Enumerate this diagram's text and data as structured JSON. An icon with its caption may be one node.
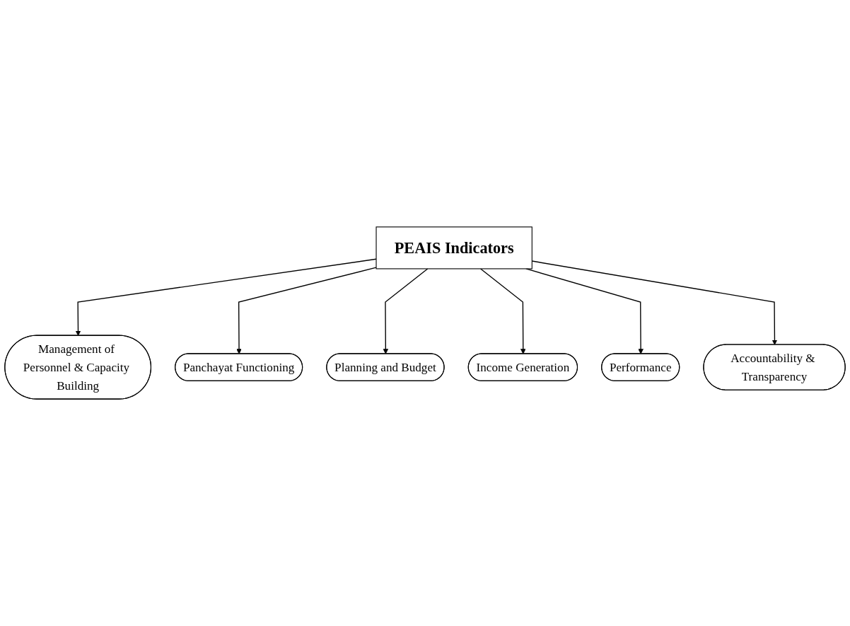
{
  "diagram": {
    "nodes": [
      {
        "text": [
          "Management of Personnel & Capacity Building"
        ]
      },
      {
        "text": [
          "Panchayat Functioning"
        ]
      },
      {
        "text": [
          "Planning and Budget"
        ]
      },
      {
        "text": [
          "PEAIS Indicators"
        ]
      },
      {
        "text": [
          "Income Generation"
        ]
      },
      {
        "text": [
          "Performance"
        ]
      },
      {
        "text": [
          "Accountability & Transparency"
        ]
      }
    ],
    "edges": [
      {
        "from": 3,
        "to": 0,
        "arrow": "to"
      },
      {
        "from": 3,
        "to": 1,
        "arrow": "to"
      },
      {
        "from": 3,
        "to": 2,
        "arrow": "to"
      },
      {
        "from": 3,
        "to": 4,
        "arrow": "to"
      },
      {
        "from": 3,
        "to": 5,
        "arrow": "to"
      },
      {
        "from": 3,
        "to": 6,
        "arrow": "to"
      }
    ]
  }
}
